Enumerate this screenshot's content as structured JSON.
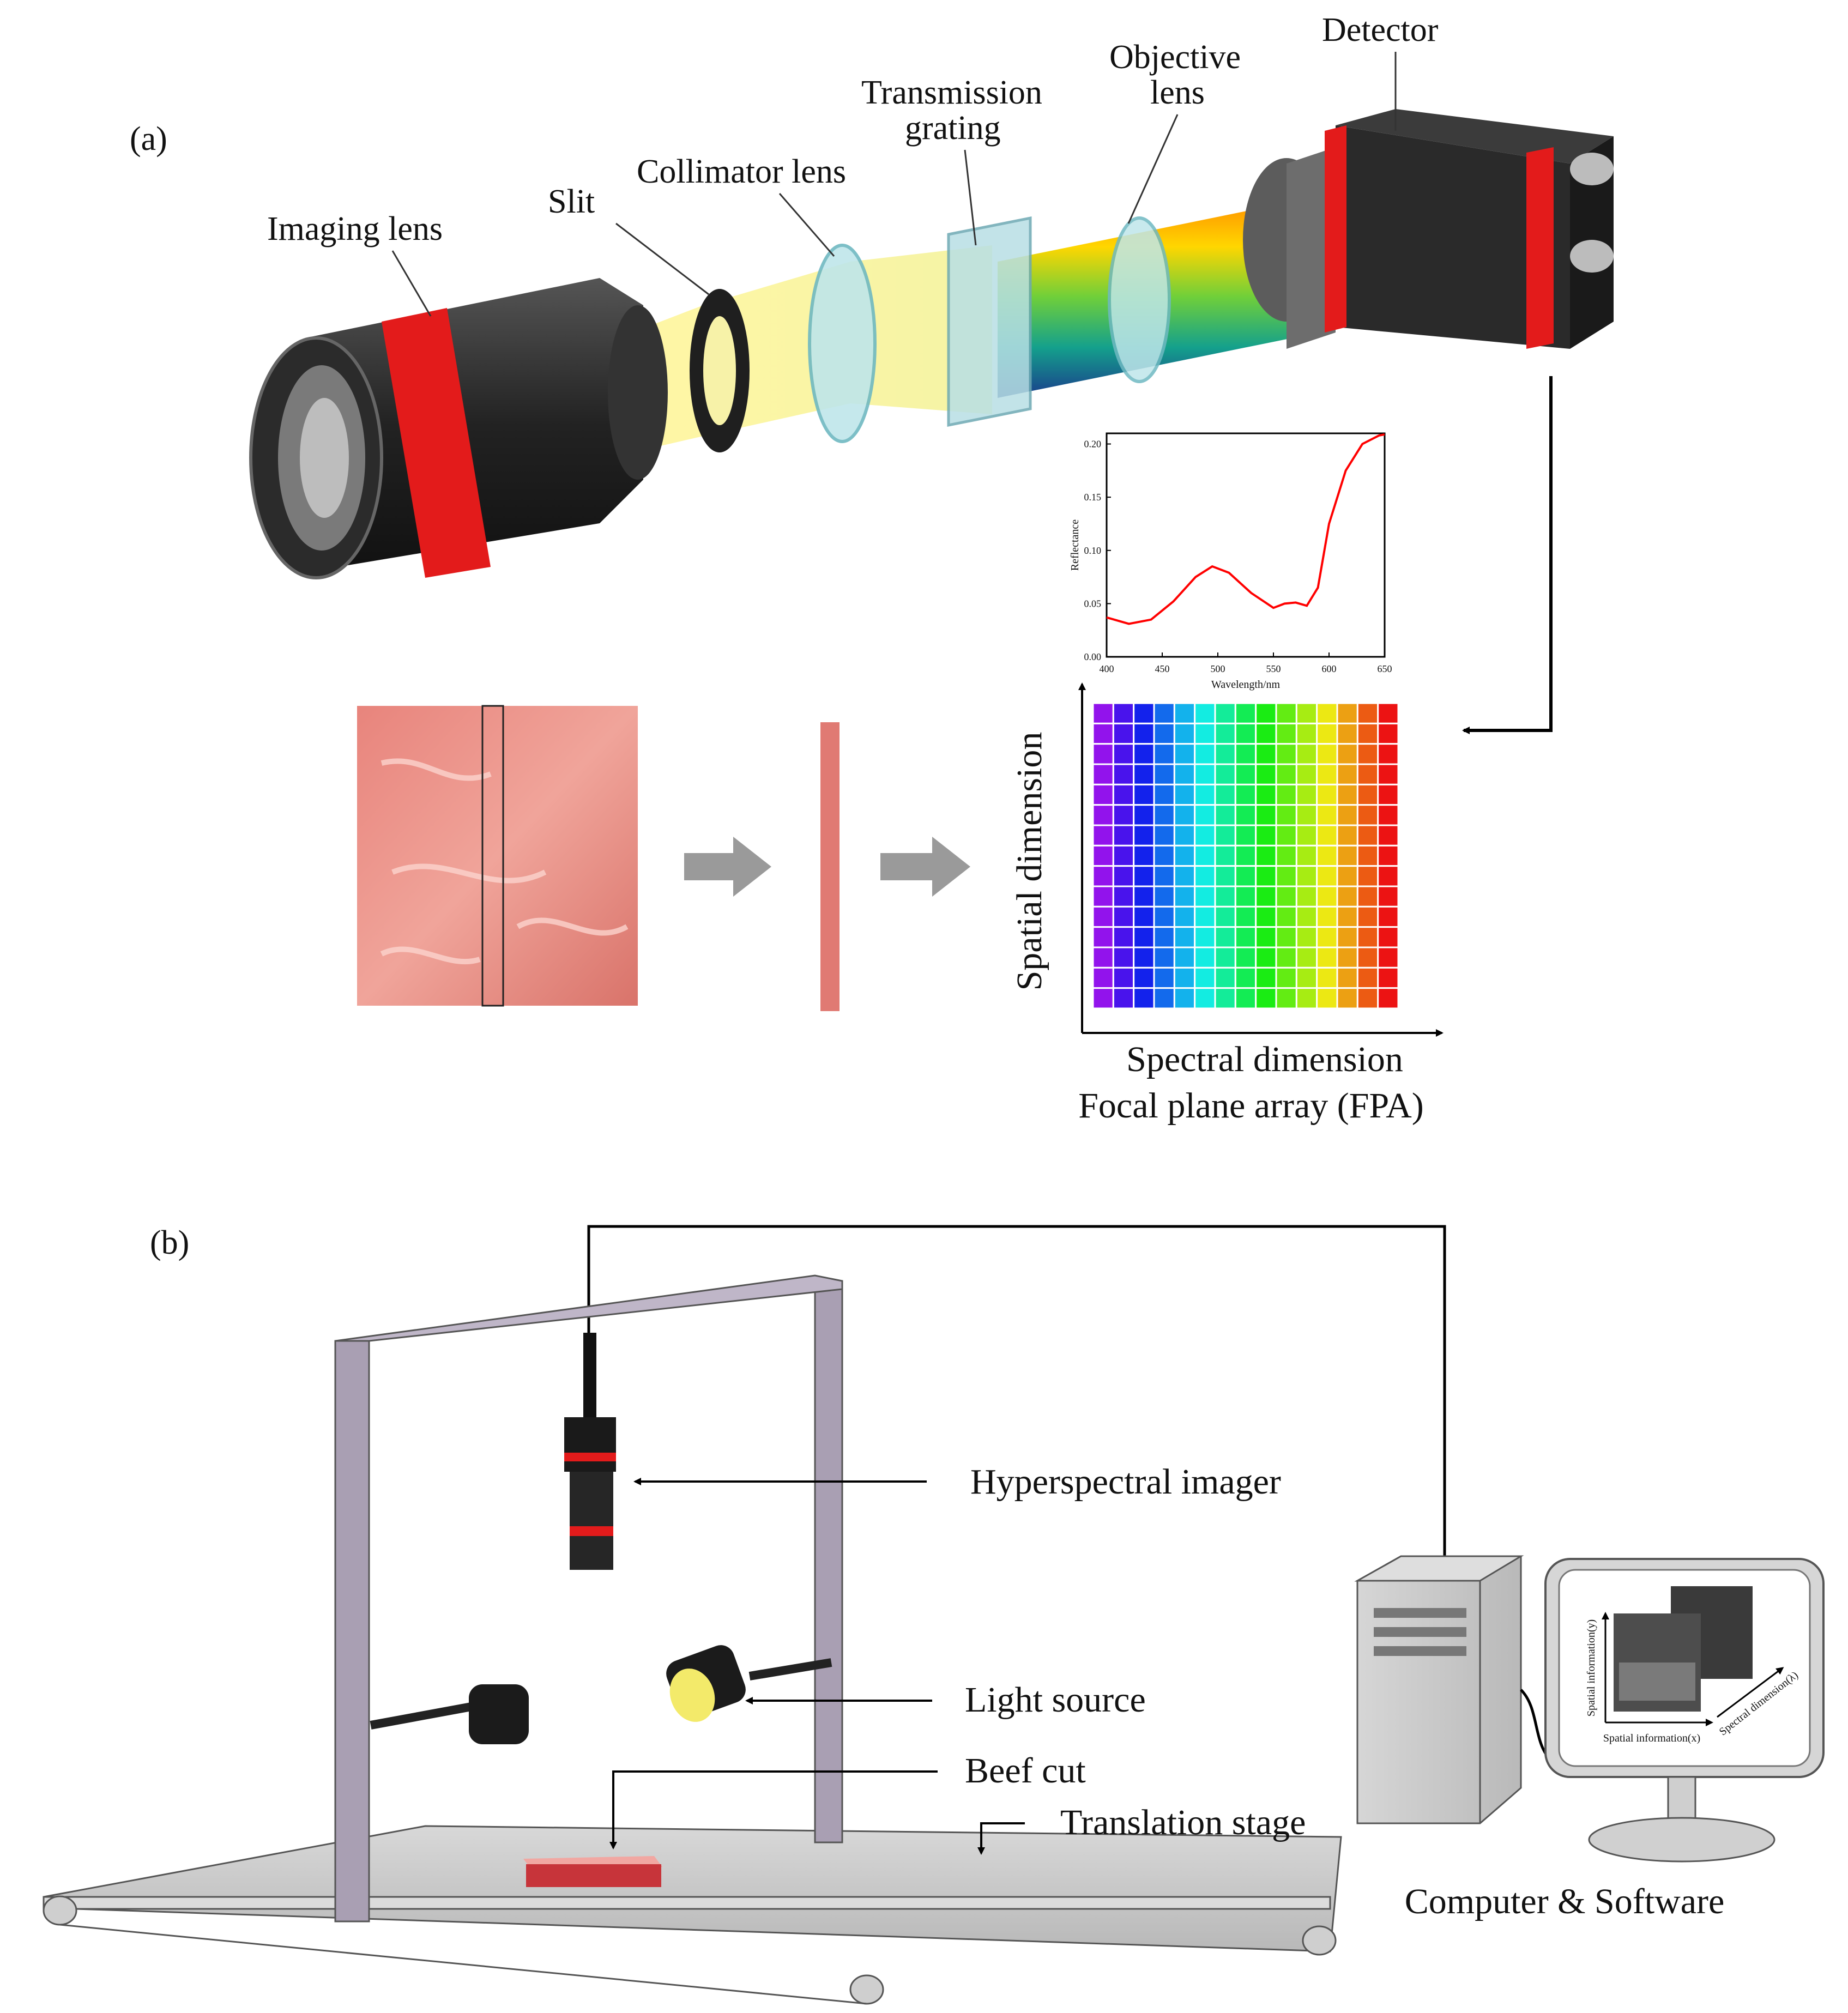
{
  "panel_a": {
    "tag": "(a)",
    "labels": {
      "imaging_lens": "Imaging lens",
      "slit": "Slit",
      "collimator_lens": "Collimator lens",
      "transmission_grating_l1": "Transmission",
      "transmission_grating_l2": "grating",
      "objective_lens_l1": "Objective",
      "objective_lens_l2": "lens",
      "detector": "Detector"
    },
    "fpa": {
      "y_label": "Spatial dimension",
      "x_label": "Spectral dimension",
      "caption": "Focal plane array (FPA)",
      "rows": 15,
      "cols": 15
    },
    "spectrum_chart": {
      "xlabel": "Wavelength/nm",
      "ylabel": "Reflectance",
      "x_ticks": [
        "400",
        "450",
        "500",
        "550",
        "600",
        "650"
      ],
      "y_ticks": [
        "0.00",
        "0.05",
        "0.10",
        "0.15",
        "0.20"
      ]
    }
  },
  "chart_data": {
    "type": "line",
    "xlabel": "Wavelength/nm",
    "ylabel": "Reflectance",
    "xlim": [
      400,
      650
    ],
    "ylim": [
      0,
      0.21
    ],
    "x": [
      400,
      420,
      440,
      460,
      480,
      495,
      510,
      530,
      550,
      560,
      570,
      580,
      590,
      600,
      615,
      630,
      645,
      650
    ],
    "series": [
      {
        "values": [
          0.037,
          0.031,
          0.035,
          0.052,
          0.075,
          0.085,
          0.079,
          0.06,
          0.046,
          0.05,
          0.051,
          0.048,
          0.065,
          0.125,
          0.175,
          0.2,
          0.208,
          0.209
        ]
      }
    ],
    "colors": {
      "line": "#ff0000"
    }
  },
  "panel_b": {
    "tag": "(b)",
    "labels": {
      "hyperspectral_imager": "Hyperspectral imager",
      "light_source": "Light source",
      "beef_cut": "Beef cut",
      "translation_stage": "Translation stage",
      "computer_software": "Computer & Software"
    },
    "monitor": {
      "axis_y": "Spatial information(y)",
      "axis_x": "Spatial information(x)",
      "axis_z": "Spectral dimension(λ)"
    }
  }
}
